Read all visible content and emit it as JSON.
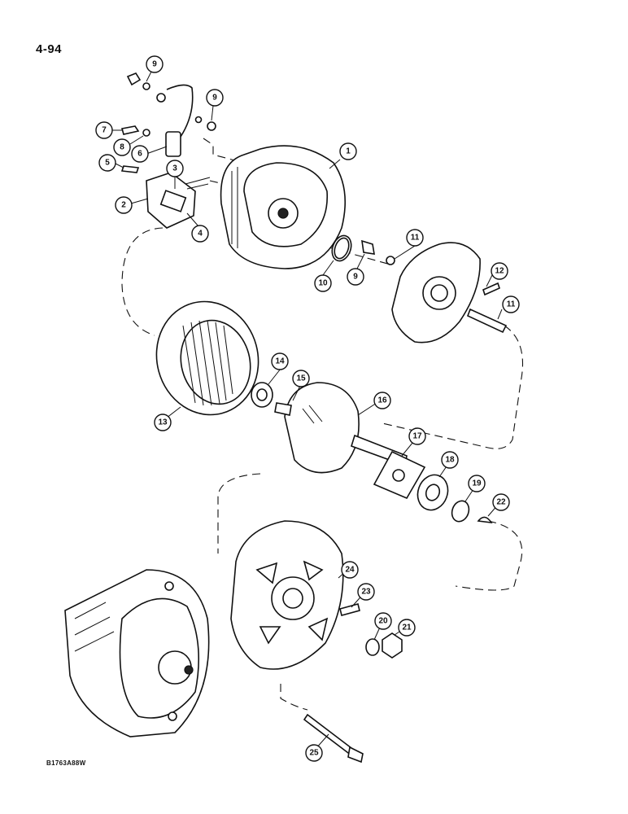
{
  "page_number": "4-94",
  "figure_code": "B1763A88W",
  "callouts": [
    "9",
    "9",
    "7",
    "8",
    "6",
    "1",
    "5",
    "3",
    "2",
    "4",
    "11",
    "12",
    "10",
    "9",
    "11",
    "14",
    "15",
    "16",
    "13",
    "17",
    "18",
    "19",
    "22",
    "24",
    "23",
    "20",
    "21",
    "25"
  ]
}
